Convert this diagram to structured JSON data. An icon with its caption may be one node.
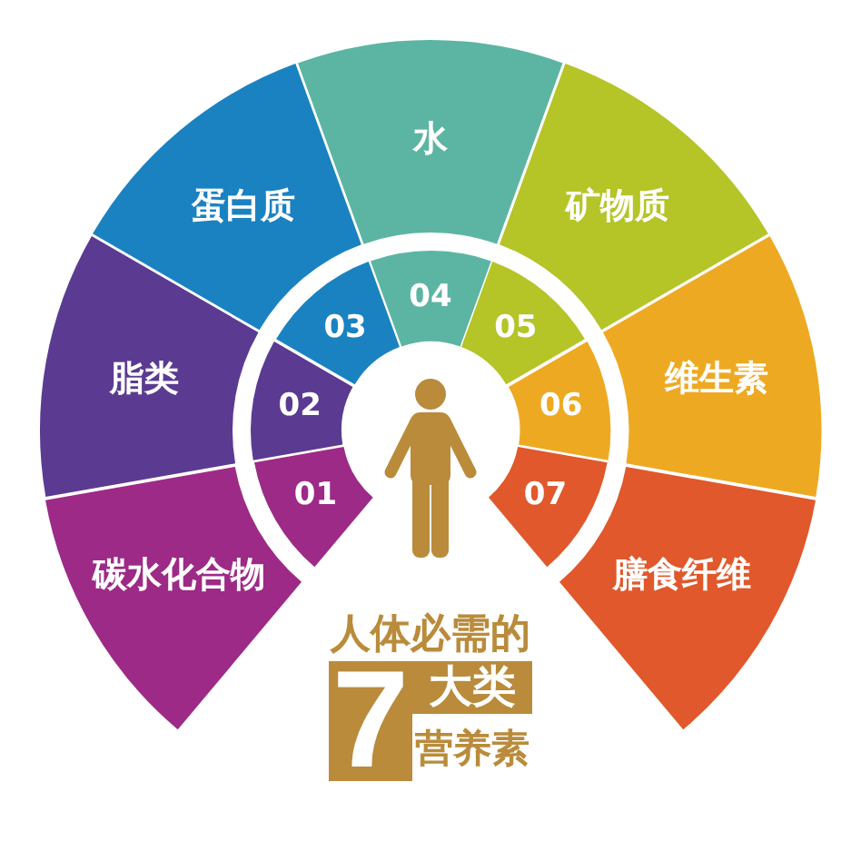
{
  "diagram": {
    "nodes": [
      {
        "text": [
          "碳水化合物"
        ]
      },
      {
        "text": [
          "脂类"
        ]
      },
      {
        "text": [
          "蛋白质"
        ]
      },
      {
        "text": [
          "水"
        ]
      },
      {
        "text": [
          "矿物质"
        ]
      },
      {
        "text": [
          "维生素"
        ]
      },
      {
        "text": [
          "膳食纤维"
        ]
      },
      {
        "text": [
          "01"
        ]
      },
      {
        "text": [
          "02"
        ]
      },
      {
        "text": [
          "03"
        ]
      },
      {
        "text": [
          "04"
        ]
      },
      {
        "text": [
          "05"
        ]
      },
      {
        "text": [
          "06"
        ]
      },
      {
        "text": [
          "07"
        ]
      }
    ],
    "labels": [
      "人体必需的",
      "7",
      "大类",
      "营养素"
    ]
  }
}
